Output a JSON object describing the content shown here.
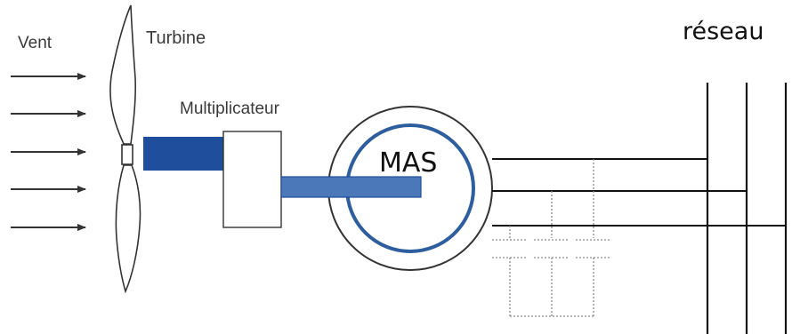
{
  "labels": {
    "wind": "Vent",
    "turbine": "Turbine",
    "gearbox": "Multiplicateur",
    "generator": "MAS",
    "grid": "réseau"
  },
  "colors": {
    "shaft_low_speed": "#1f4e9c",
    "shaft_high_speed": "#4a78b8",
    "rotor_ring": "#2e5e9e",
    "line": "#111111",
    "capacitor_dotted": "#8a8a8a"
  },
  "wind_arrow_count": 5,
  "grid_bus_count": 3,
  "capacitor_bank_count": 3
}
